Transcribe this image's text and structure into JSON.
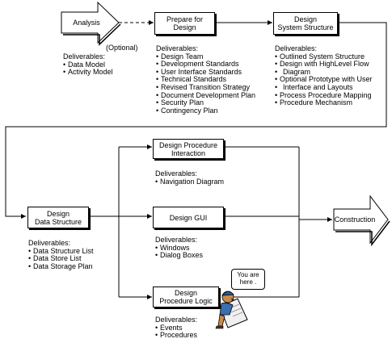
{
  "nodes": {
    "analysis": "Analysis",
    "prepare": [
      "Prepare for",
      "Design"
    ],
    "system_structure": [
      "Design",
      "System Structure"
    ],
    "data_structure": [
      "Design",
      "Data Structure"
    ],
    "procedure_interaction": [
      "Design Procedure",
      "Interaction"
    ],
    "gui": "Design GUI",
    "procedure_logic": [
      "Design",
      "Procedure Logic"
    ],
    "construction": "Construction"
  },
  "optional_label": "(Optional)",
  "deliverables_heading": "Deliverables:",
  "deliverables": {
    "analysis": [
      "Data Model",
      "Activity Model"
    ],
    "prepare": [
      "Design Team",
      "Development Standards",
      "User Interface Standards",
      "Technical Standards",
      "Revised Transition Strategy",
      "Document Development Plan",
      "Security Plan",
      "Contingency Plan"
    ],
    "system_structure": [
      "Outlined System Structure",
      "Design with HighLevel Flow",
      "Diagram",
      "Optional Prototype with User",
      "Interface and Layouts",
      "Process Procedure Mapping",
      "Procedure Mechanism"
    ],
    "data_structure": [
      "Data Structure List",
      "Data Store List",
      "Data Storage Plan"
    ],
    "procedure_interaction": [
      "Navigation Diagram"
    ],
    "gui": [
      "Windows",
      "Dialog Boxes"
    ],
    "procedure_logic": [
      "Events",
      "Procedures"
    ]
  },
  "callout": [
    "You are",
    "here ."
  ],
  "colors": {
    "stroke": "#000000",
    "fill": "#ffffff",
    "skin": "#c98a4b",
    "shirt": "#3a6fb0",
    "paper": "#f0f0f0"
  }
}
